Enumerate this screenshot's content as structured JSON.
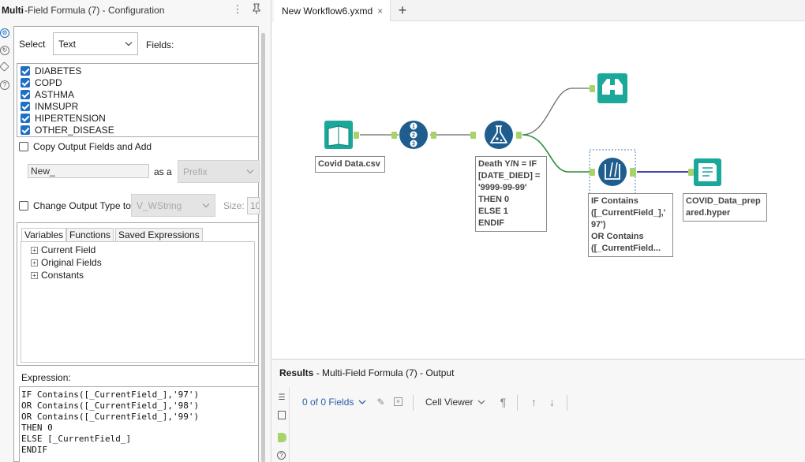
{
  "config": {
    "title_bold": "Multi",
    "title_rest": "-Field Formula (7) - Configuration",
    "select_label": "Select",
    "select_value": "Text",
    "fields_label": "Fields:",
    "fields": [
      {
        "name": "DIABETES",
        "checked": true
      },
      {
        "name": "COPD",
        "checked": true
      },
      {
        "name": "ASTHMA",
        "checked": true
      },
      {
        "name": "INMSUPR",
        "checked": true
      },
      {
        "name": "HIPERTENSION",
        "checked": true
      },
      {
        "name": "OTHER_DISEASE",
        "checked": true
      }
    ],
    "copy_output_label": "Copy Output Fields and Add",
    "new_prefix_value": "New_",
    "as_a_label": "as a",
    "as_a_value": "Prefix",
    "change_type_label": "Change Output Type to",
    "type_value": "V_WString",
    "size_label": "Size:",
    "size_value": "10",
    "tabs": [
      "Variables",
      "Functions",
      "Saved Expressions"
    ],
    "tree": [
      "Current Field",
      "Original Fields",
      "Constants"
    ],
    "expression_label": "Expression:",
    "expression_lines": [
      "IF Contains([_CurrentField_],'97')",
      "OR Contains([_CurrentField_],'98')",
      "OR Contains([_CurrentField_],'99')",
      "THEN 0",
      "ELSE [_CurrentField_]",
      "ENDIF"
    ]
  },
  "document": {
    "tab_title": "New Workflow6.yxmd",
    "close_glyph": "×",
    "new_tab_glyph": "+"
  },
  "workflow": {
    "input_annotation": "Covid Data.csv",
    "formula_annotation": [
      "Death Y/N = IF",
      "[DATE_DIED] =",
      "'9999-99-99'",
      "THEN 0",
      "ELSE 1",
      "ENDIF"
    ],
    "multi_annotation": [
      "IF Contains",
      "([_CurrentField_],'",
      "97')",
      "OR Contains",
      "([_CurrentField..."
    ],
    "output_annotation": [
      "COVID_Data_prep",
      "ared.hyper"
    ],
    "colors": {
      "input_tool": "#1aa89b",
      "prep_tool": "#1f5d8f",
      "output_tool": "#1aa89b",
      "anchor": "#a8d36b",
      "connector": "#6b6b6b",
      "connector_green": "#2e8b3a",
      "connector_blue": "#2929a6"
    }
  },
  "results": {
    "title_bold": "Results",
    "title_rest": " - Multi-Field Formula (7) - Output",
    "fields_dropdown": "0 of 0 Fields",
    "cell_viewer": "Cell Viewer"
  }
}
